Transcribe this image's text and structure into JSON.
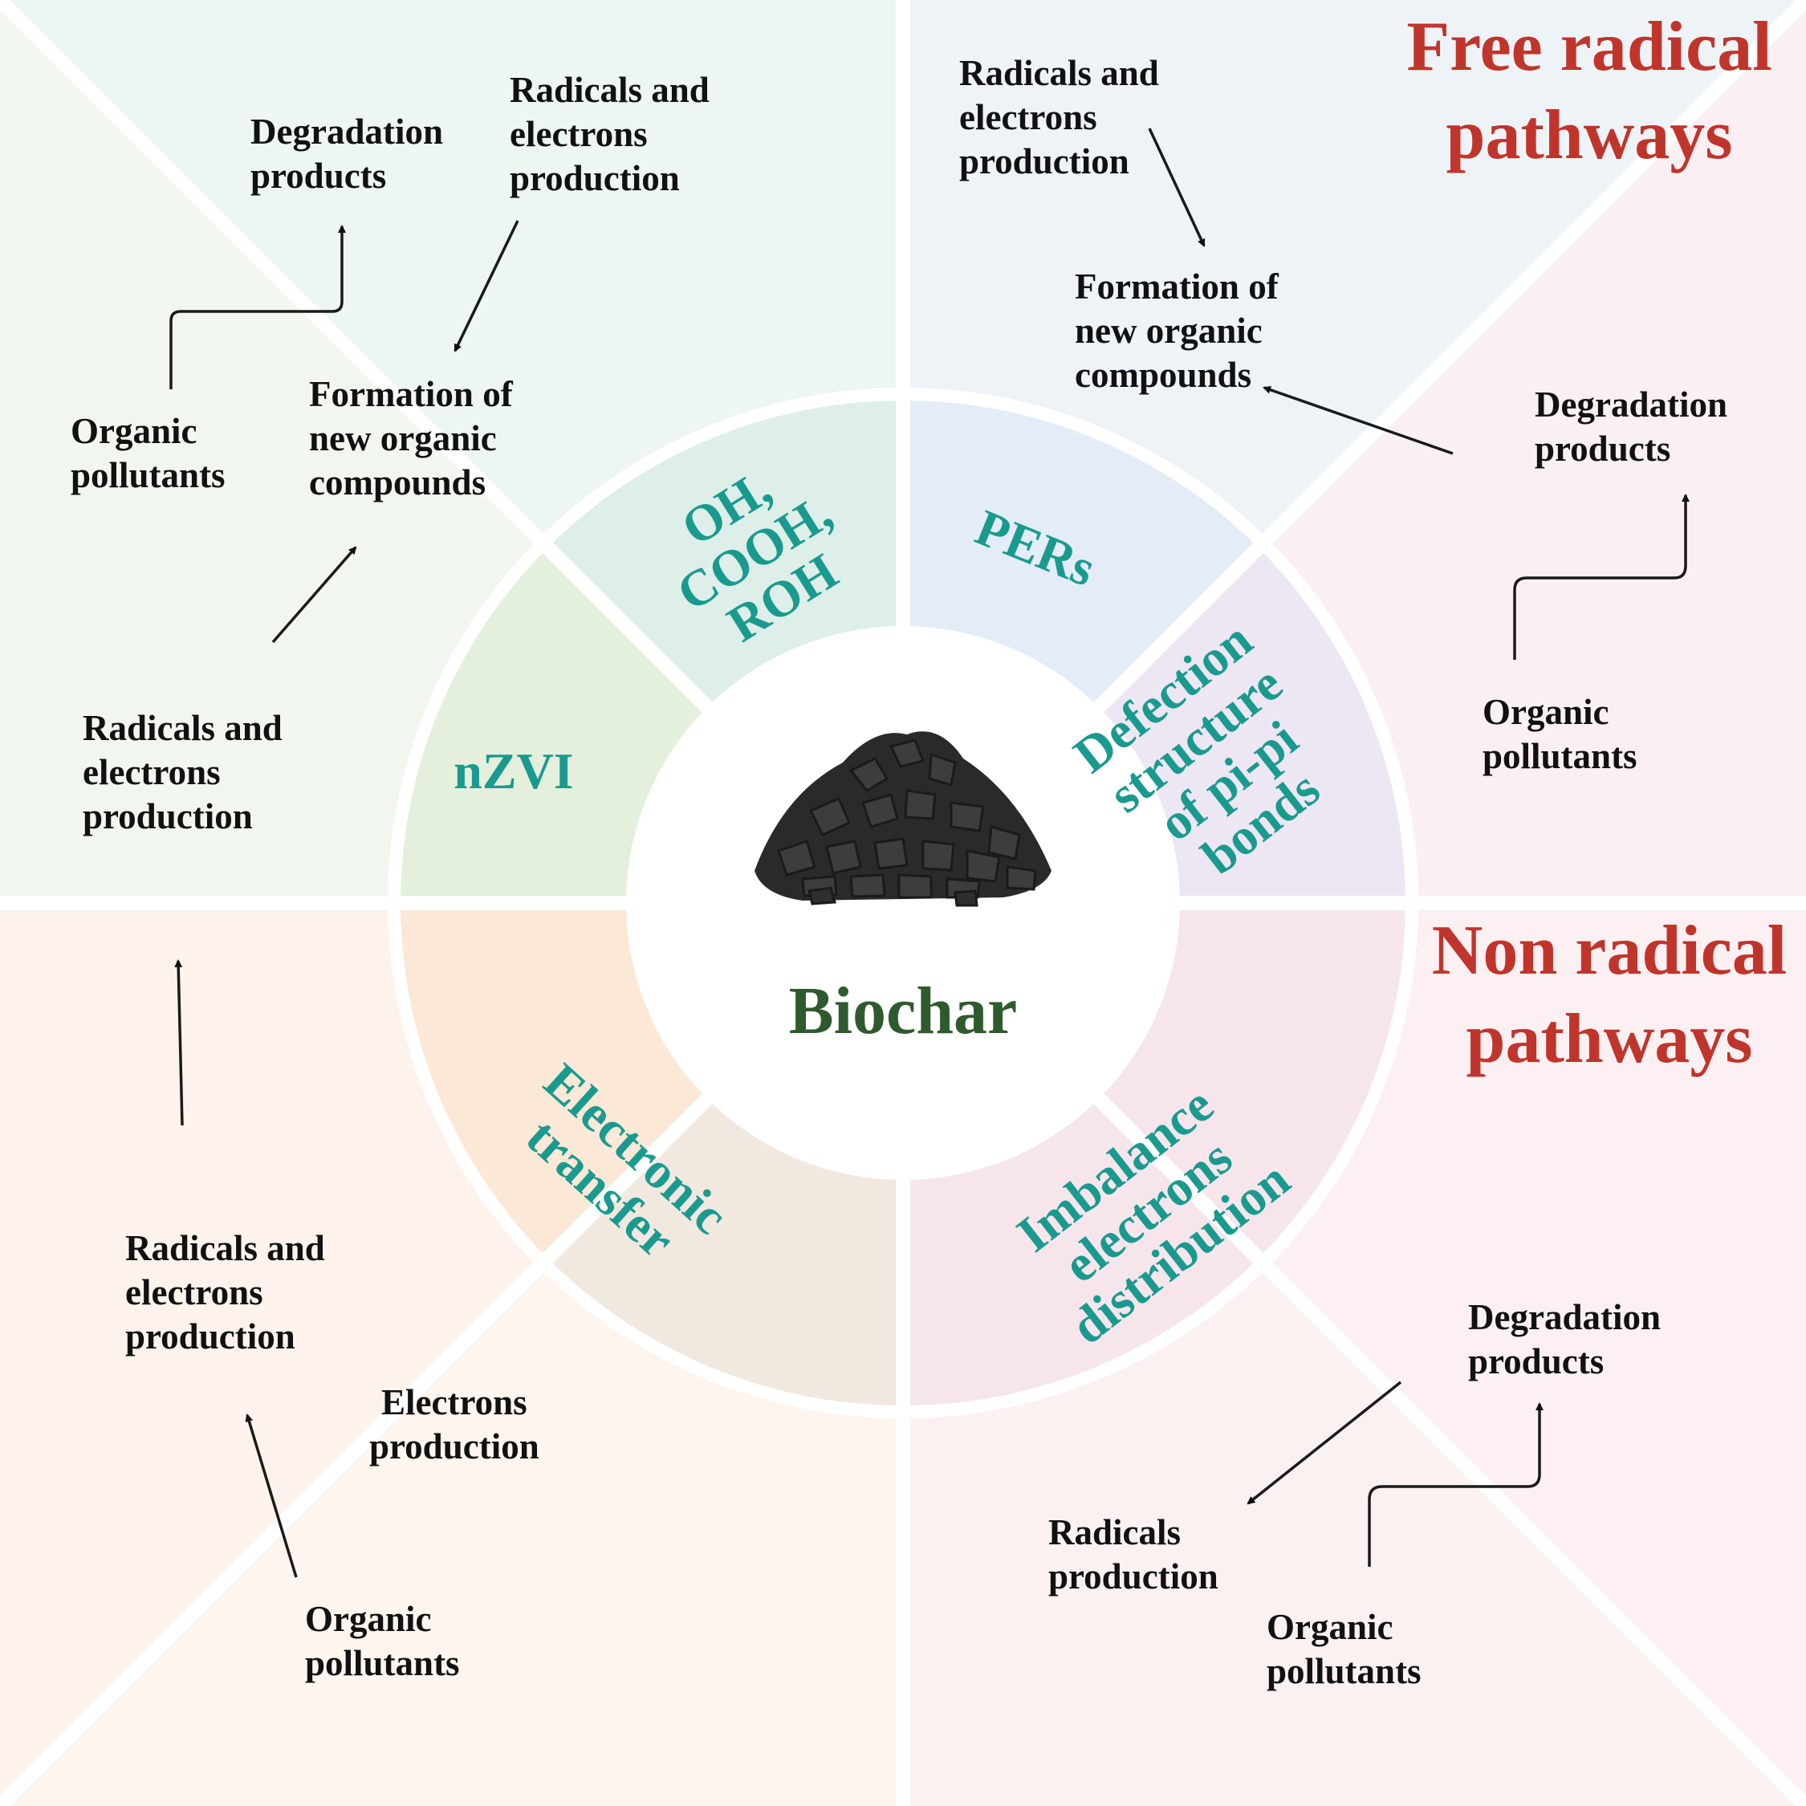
{
  "titles": {
    "free_radical": [
      "Free radical",
      "pathways"
    ],
    "non_radical": [
      "Non radical",
      "pathways"
    ]
  },
  "center": {
    "label": "Biochar",
    "icon": "charcoal-pile-icon"
  },
  "ring_segments": {
    "functional_groups": [
      "OH,",
      "COOH,",
      "ROH"
    ],
    "pers": [
      "PERs"
    ],
    "defection": [
      "Defection",
      "structure",
      "of pi-pi",
      "bonds"
    ],
    "nzvi": [
      "nZVI"
    ],
    "electronic_transfer": [
      "Electronic",
      "transfer"
    ],
    "imbalance": [
      "Imbalance",
      "electrons",
      "distribution"
    ]
  },
  "quadrants": {
    "top_left": {
      "degradation": [
        "Degradation",
        "products"
      ],
      "radicals_top": [
        "Radicals and",
        "electrons",
        "production"
      ],
      "formation": [
        "Formation of",
        "new organic",
        "compounds"
      ],
      "organic": [
        "Organic",
        "pollutants"
      ],
      "radicals_bottom": [
        "Radicals and",
        "electrons",
        "production"
      ]
    },
    "top_right": {
      "radicals": [
        "Radicals and",
        "electrons",
        "production"
      ],
      "formation": [
        "Formation of",
        "new organic",
        "compounds"
      ],
      "degradation": [
        "Degradation",
        "products"
      ],
      "organic": [
        "Organic",
        "pollutants"
      ]
    },
    "bottom_left": {
      "radicals": [
        "Radicals and",
        "electrons",
        "production"
      ],
      "electrons": [
        "Electrons",
        "production"
      ],
      "organic": [
        "Organic",
        "pollutants"
      ]
    },
    "bottom_right": {
      "degradation": [
        "Degradation",
        "products"
      ],
      "radicals": [
        "Radicals",
        "production"
      ],
      "organic": [
        "Organic",
        "pollutants"
      ]
    }
  },
  "colors": {
    "title_red": "#c0352b",
    "ring_text_teal": "#1a9a8f",
    "center_text_green": "#2f5a2e",
    "body_text": "#111111"
  }
}
